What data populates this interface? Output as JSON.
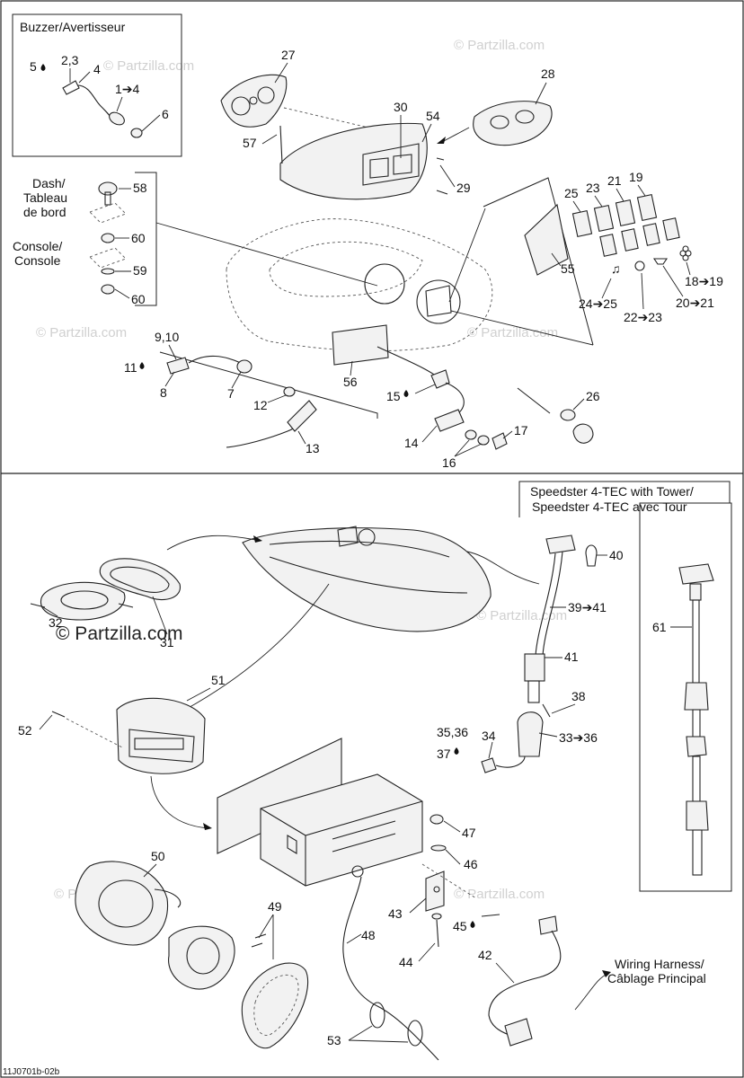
{
  "boxes": {
    "buzzer": "Buzzer/Avertisseur",
    "tower": [
      "Speedster 4-TEC with Tower/",
      "Speedster 4-TEC avec Tour"
    ],
    "dash": [
      "Dash/",
      "Tableau",
      "de bord"
    ],
    "console": [
      "Console/",
      "Console"
    ],
    "harness": [
      "Wiring Harness/",
      "Câblage Principal"
    ]
  },
  "watermark": "© Partzilla.com",
  "watermark_big": "© Partzilla.com",
  "footer_code": "11J0701b-02b",
  "callouts": {
    "c5": "5",
    "c2_3": "2,3",
    "c4": "4",
    "c1_4": "1➔4",
    "c6": "6",
    "c27": "27",
    "c28": "28",
    "c30": "30",
    "c54": "54",
    "c57": "57",
    "c29": "29",
    "c58": "58",
    "c60a": "60",
    "c59": "59",
    "c60b": "60",
    "c25": "25",
    "c23": "23",
    "c21": "21",
    "c19": "19",
    "c55": "55",
    "c18_19": "18➔19",
    "c20_21": "20➔21",
    "c22_23": "22➔23",
    "c24_25": "24➔25",
    "c9_10": "9,10",
    "c11": "11",
    "c8": "8",
    "c7": "7",
    "c12": "12",
    "c13": "13",
    "c56": "56",
    "c15": "15",
    "c26": "26",
    "c14": "14",
    "c17": "17",
    "c16": "16",
    "c40": "40",
    "c39_41": "39➔41",
    "c41": "41",
    "c38": "38",
    "c35_36": "35,36",
    "c34": "34",
    "c37": "37",
    "c33_36": "33➔36",
    "c61": "61",
    "c32": "32",
    "c31": "31",
    "c51": "51",
    "c52": "52",
    "c47": "47",
    "c46": "46",
    "c43": "43",
    "c45": "45",
    "c44": "44",
    "c42": "42",
    "c48": "48",
    "c49": "49",
    "c50": "50",
    "c53": "53"
  }
}
